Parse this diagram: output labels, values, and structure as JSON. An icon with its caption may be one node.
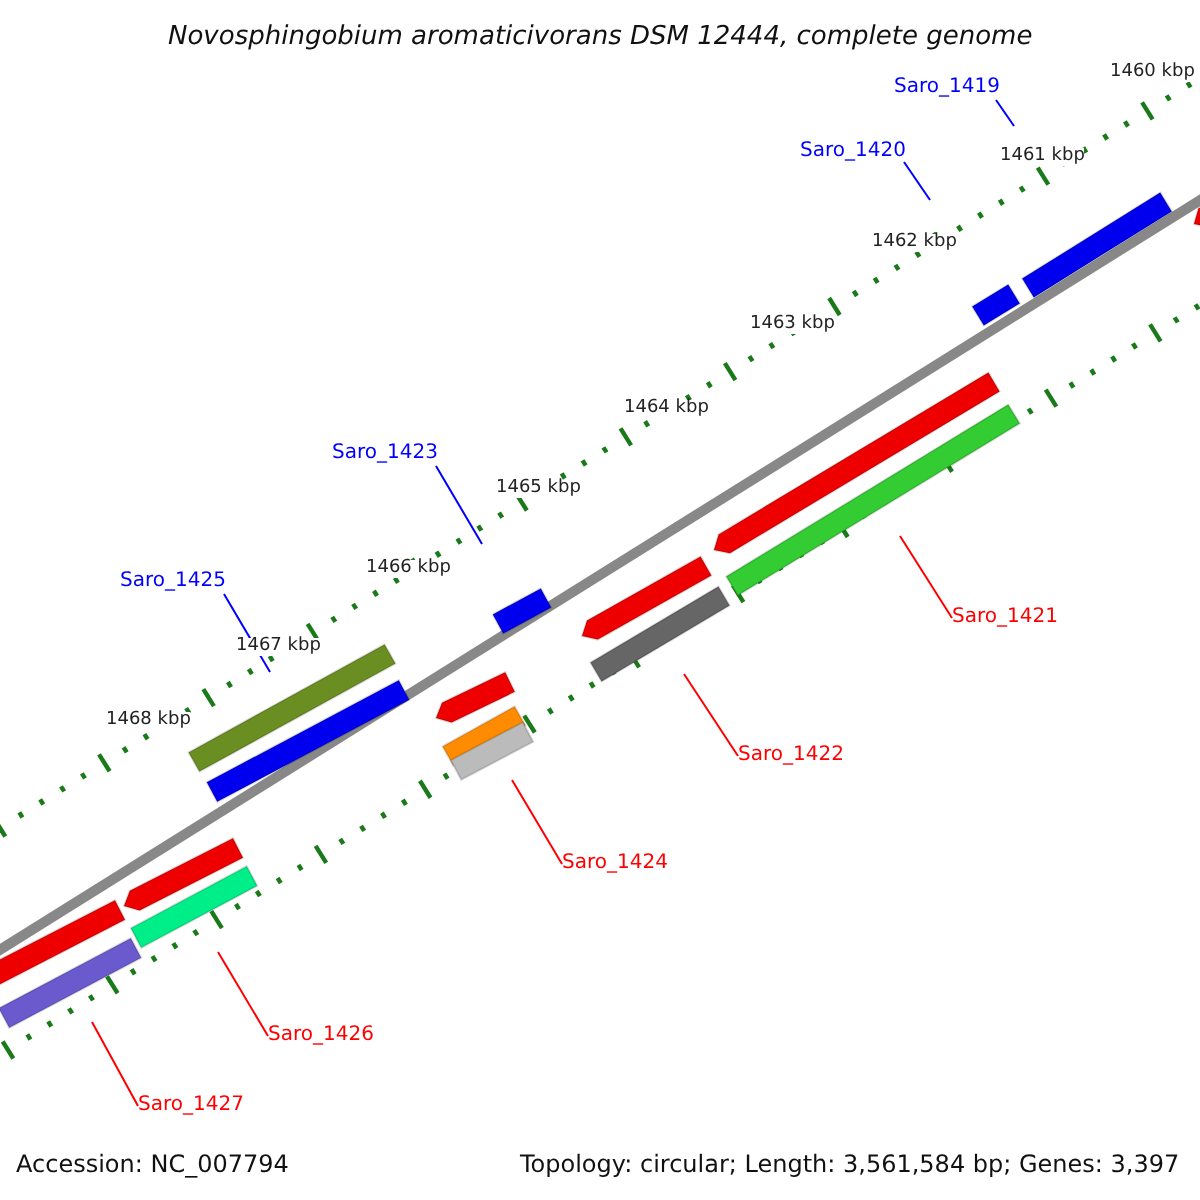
{
  "diagram": {
    "title": "Novosphingobium aromaticivorans DSM 12444, complete genome",
    "nodes": [
      {
        "text": [
          "Saro_1419"
        ]
      },
      {
        "text": [
          "Saro_1420"
        ]
      },
      {
        "text": [
          "Saro_1423"
        ]
      },
      {
        "text": [
          "Saro_1425"
        ]
      },
      {
        "text": [
          "Saro_1421"
        ]
      },
      {
        "text": [
          "Saro_1422"
        ]
      },
      {
        "text": [
          "Saro_1424"
        ]
      },
      {
        "text": [
          "Saro_1426"
        ]
      },
      {
        "text": [
          "Saro_1427"
        ]
      }
    ],
    "edges": [
      {
        "from": 0,
        "to": null,
        "arrow": "none",
        "color": "#0000ff"
      },
      {
        "from": 1,
        "to": null,
        "arrow": "none",
        "color": "#0000ff"
      },
      {
        "from": 2,
        "to": null,
        "arrow": "none",
        "color": "#0000ff"
      },
      {
        "from": 3,
        "to": null,
        "arrow": "none",
        "color": "#0000ff"
      },
      {
        "from": 4,
        "to": null,
        "arrow": "none"
      },
      {
        "from": 5,
        "to": null,
        "arrow": "none"
      },
      {
        "from": 6,
        "to": null,
        "arrow": "none"
      },
      {
        "from": 7,
        "to": null,
        "arrow": "none"
      },
      {
        "from": 8,
        "to": null,
        "arrow": "none"
      }
    ],
    "labels": [
      "1460 kbp",
      "1461 kbp",
      "1462 kbp",
      "1463 kbp",
      "1464 kbp",
      "1465 kbp",
      "1466 kbp",
      "1467 kbp",
      "1468 kbp",
      "Accession: NC_007794",
      "Topology: circular; Length: 3,561,584 bp; Genes: 3,397"
    ]
  }
}
